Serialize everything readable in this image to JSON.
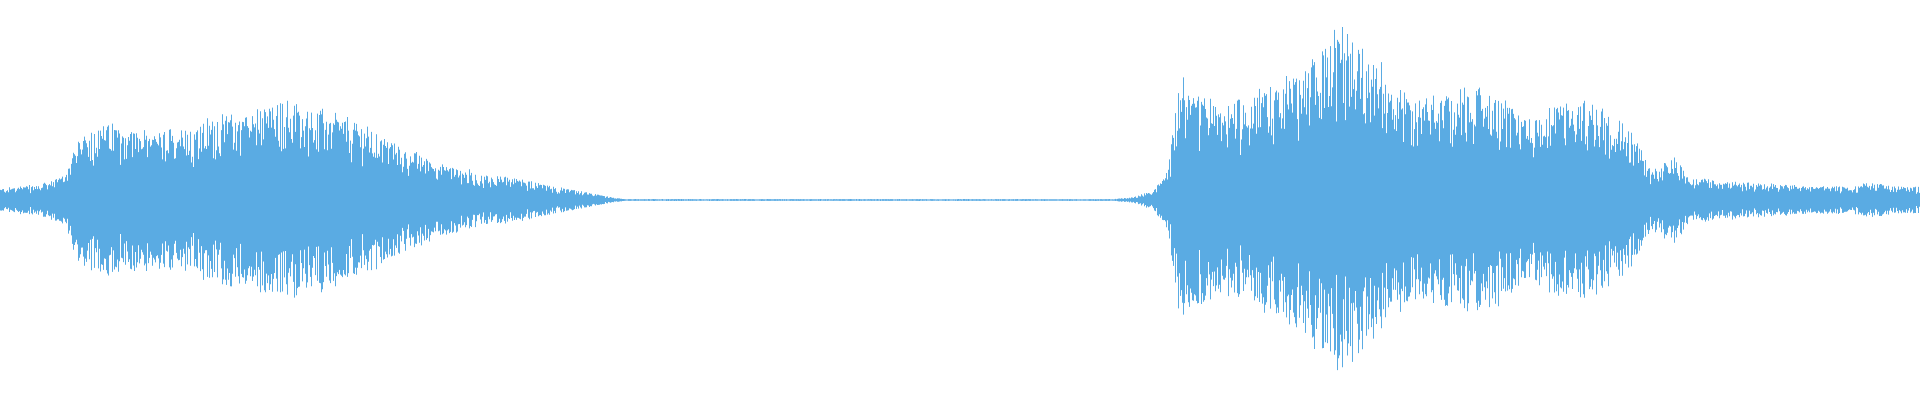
{
  "waveform": {
    "color": "#5aabe3",
    "background": "#ffffff",
    "envelope_peaks": [
      [
        0.0,
        0.06
      ],
      [
        0.008,
        0.07
      ],
      [
        0.02,
        0.08
      ],
      [
        0.032,
        0.12
      ],
      [
        0.04,
        0.3
      ],
      [
        0.048,
        0.38
      ],
      [
        0.06,
        0.4
      ],
      [
        0.075,
        0.36
      ],
      [
        0.09,
        0.37
      ],
      [
        0.105,
        0.41
      ],
      [
        0.115,
        0.45
      ],
      [
        0.13,
        0.47
      ],
      [
        0.15,
        0.52
      ],
      [
        0.165,
        0.47
      ],
      [
        0.18,
        0.43
      ],
      [
        0.195,
        0.36
      ],
      [
        0.21,
        0.27
      ],
      [
        0.23,
        0.19
      ],
      [
        0.25,
        0.14
      ],
      [
        0.27,
        0.11
      ],
      [
        0.29,
        0.07
      ],
      [
        0.305,
        0.04
      ],
      [
        0.318,
        0.015
      ],
      [
        0.325,
        0.005
      ],
      [
        0.58,
        0.005
      ],
      [
        0.59,
        0.015
      ],
      [
        0.6,
        0.05
      ],
      [
        0.608,
        0.15
      ],
      [
        0.612,
        0.45
      ],
      [
        0.615,
        0.7
      ],
      [
        0.62,
        0.55
      ],
      [
        0.64,
        0.5
      ],
      [
        0.66,
        0.58
      ],
      [
        0.68,
        0.72
      ],
      [
        0.69,
        0.82
      ],
      [
        0.7,
        0.9
      ],
      [
        0.71,
        0.8
      ],
      [
        0.725,
        0.65
      ],
      [
        0.735,
        0.5
      ],
      [
        0.75,
        0.55
      ],
      [
        0.765,
        0.58
      ],
      [
        0.78,
        0.55
      ],
      [
        0.795,
        0.4
      ],
      [
        0.805,
        0.48
      ],
      [
        0.82,
        0.52
      ],
      [
        0.835,
        0.48
      ],
      [
        0.85,
        0.35
      ],
      [
        0.86,
        0.15
      ],
      [
        0.872,
        0.24
      ],
      [
        0.88,
        0.12
      ],
      [
        0.9,
        0.1
      ],
      [
        0.93,
        0.08
      ],
      [
        0.96,
        0.07
      ],
      [
        0.975,
        0.09
      ],
      [
        0.99,
        0.07
      ],
      [
        1.0,
        0.07
      ]
    ]
  }
}
